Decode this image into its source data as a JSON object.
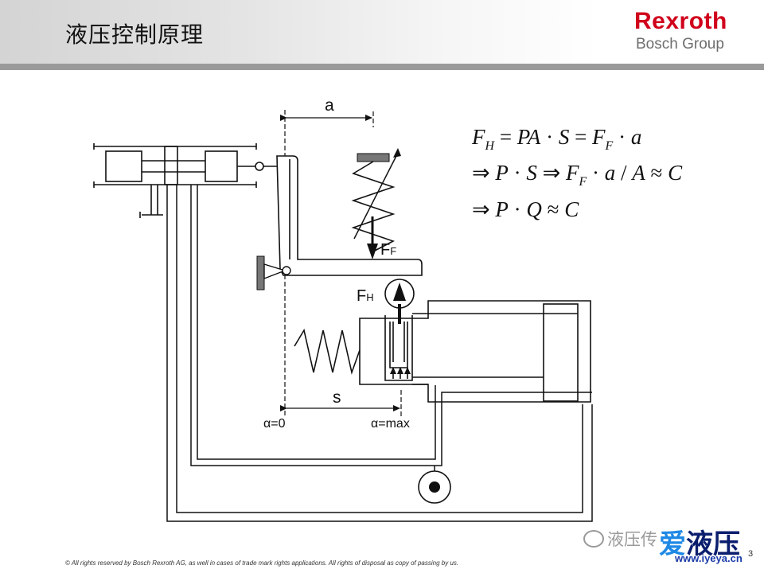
{
  "header": {
    "title": "液压控制原理",
    "logo_brand": "Rexroth",
    "logo_group": "Bosch Group"
  },
  "diagram": {
    "label_a": "a",
    "label_s": "s",
    "label_FF_main": "F",
    "label_FF_sub": "F",
    "label_FH_main": "F",
    "label_FH_sub": "H",
    "label_alpha0_sym": "α",
    "label_alpha0_val": "=0",
    "label_alphamax_sym": "α",
    "label_alphamax_val": "=max",
    "equations": {
      "line1": "F_H = PA · S = F_F · a",
      "line2": "⇒ P · S ⇒ F_F · a / A ≈ C",
      "line3": "⇒ P · Q ≈ C"
    }
  },
  "footer": {
    "copyright": "© All rights reserved by Bosch Rexroth AG, as well in cases of trade mark rights applications. All rights of disposal as copy of passing by us.",
    "page_number": "3"
  },
  "watermark": {
    "text1": "液压传",
    "text2_a": "爱",
    "text2_b": "液压",
    "url": "www.iyeya.cn"
  },
  "colors": {
    "brand_red": "#d0021b",
    "header_gray": "#9a9a9a",
    "shade_gray": "#7a7a7a"
  }
}
